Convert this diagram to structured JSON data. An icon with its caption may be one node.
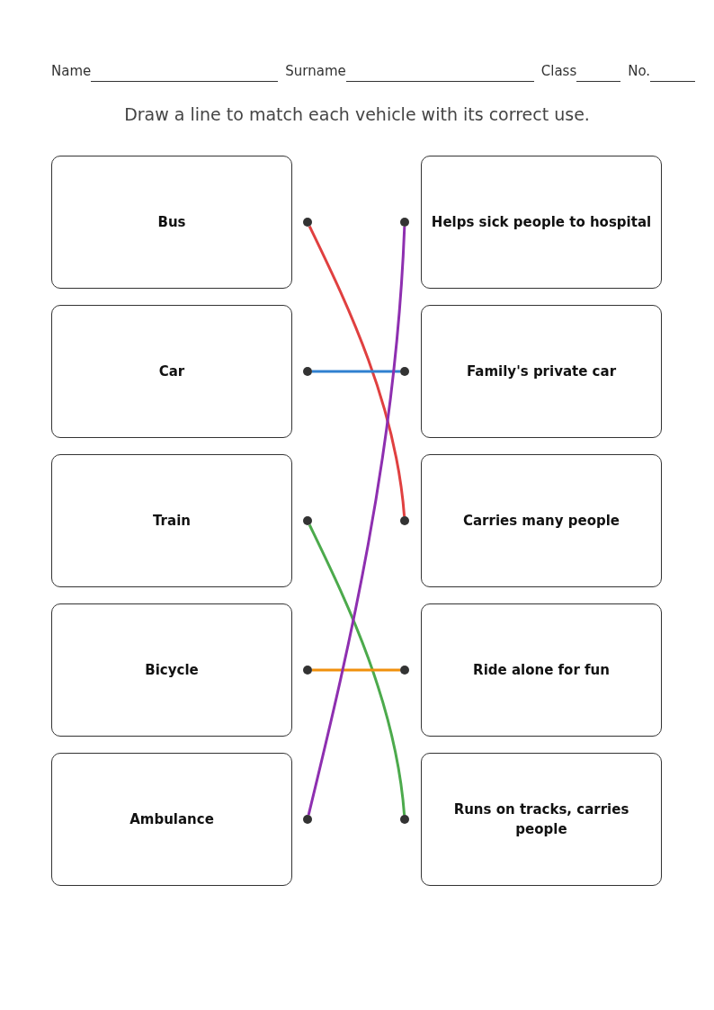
{
  "diagram": {
    "title": "Draw a line to match each vehicle with its correct use.",
    "nodes": [
      {
        "text": [
          "Bus"
        ]
      },
      {
        "text": [],
        "shape": "circle"
      },
      {
        "text": [],
        "shape": "circle"
      },
      {
        "text": [
          "Helps sick people to hospital"
        ]
      },
      {
        "text": [
          "Car"
        ]
      },
      {
        "text": [],
        "shape": "circle"
      },
      {
        "text": [],
        "shape": "circle"
      },
      {
        "text": [
          "Family's private car"
        ]
      },
      {
        "text": [
          "Train"
        ]
      },
      {
        "text": [],
        "shape": "circle"
      },
      {
        "text": [],
        "shape": "circle"
      },
      {
        "text": [
          "Carries many people"
        ]
      },
      {
        "text": [
          "Bicycle"
        ]
      },
      {
        "text": [],
        "shape": "circle"
      },
      {
        "text": [],
        "shape": "circle"
      },
      {
        "text": [
          "Ride alone for fun"
        ]
      },
      {
        "text": [
          "Ambulance"
        ]
      },
      {
        "text": [],
        "shape": "circle"
      },
      {
        "text": [],
        "shape": "circle"
      },
      {
        "text": [
          "Runs on tracks, carries people"
        ]
      }
    ],
    "edges": [
      {
        "from": 1,
        "to": 10,
        "arrow": "none",
        "color": "#e04040"
      },
      {
        "from": 5,
        "to": 6,
        "arrow": "none",
        "color": "#2f80d0"
      },
      {
        "from": 9,
        "to": 18,
        "arrow": "none",
        "color": "#4caa4c"
      },
      {
        "from": 13,
        "to": 14,
        "arrow": "none",
        "color": "#f0900c"
      },
      {
        "from": 17,
        "to": 2,
        "arrow": "none",
        "color": "#8e2fb0"
      }
    ],
    "labels": [
      "Name",
      "Surname",
      "Class",
      "No."
    ]
  }
}
